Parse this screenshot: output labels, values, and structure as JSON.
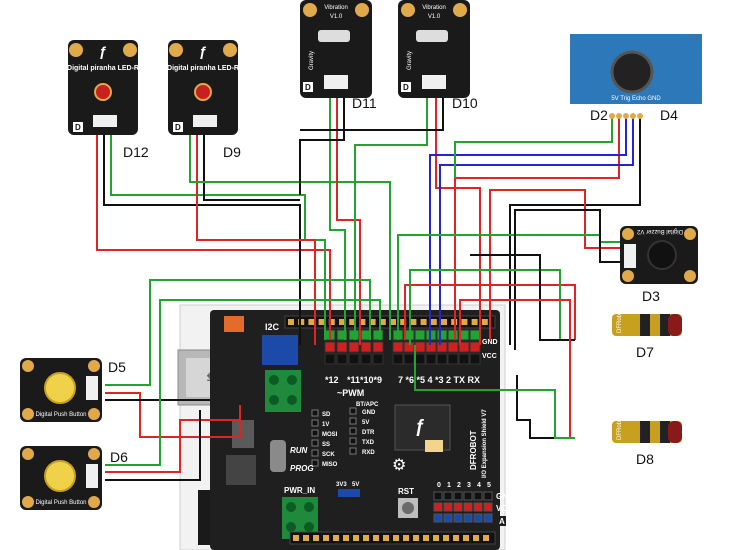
{
  "modules": {
    "d12": {
      "label": "D12",
      "title": "Digital piranha LED-R"
    },
    "d9": {
      "label": "D9",
      "title": "Digital piranha LED-R"
    },
    "d11": {
      "label": "D11",
      "title": "Vibration",
      "version": "V1.0",
      "brand": "Gravity"
    },
    "d10": {
      "label": "D10",
      "title": "Vibration",
      "version": "V1.0",
      "brand": "Gravity"
    },
    "ultrasonic": {
      "label_left": "D2",
      "label_right": "D4",
      "pins": "5V Trig Echo GND"
    },
    "buzzer": {
      "label": "D3",
      "title": "Digital Buzzer V2"
    },
    "ir_d7": {
      "label": "D7",
      "brand": "DFRobot"
    },
    "ir_d8": {
      "label": "D8",
      "brand": "DFRobot"
    },
    "button_d5": {
      "label": "D5",
      "title": "Digital Push Button"
    },
    "button_d6": {
      "label": "D6",
      "title": "Digital Push Button"
    }
  },
  "board": {
    "i2c": "I2C",
    "pwm": "~PWM",
    "bt_apc": "BT/APC",
    "digital_pins": "*11*10*9",
    "pins_right": "7 *6 *5 4 *3 2 TX RX",
    "pins_left": "*12",
    "gnd": "GND",
    "vcc": "VCC",
    "icsp": [
      "SD",
      "1V",
      "MOSI",
      "SS",
      "SCK",
      "MISO"
    ],
    "serial": [
      "GND",
      "5V",
      "DTR",
      "TXD",
      "RXD"
    ],
    "run": "RUN",
    "prog": "PROG",
    "pwr_in": "PWR_IN",
    "rst": "RST",
    "v33": "3V3",
    "v5": "5V",
    "analog_nums": [
      "0",
      "1",
      "2",
      "3",
      "4",
      "5"
    ],
    "gnd2": "GND",
    "vcc2": "VCC",
    "a": "A",
    "brand": "DFROBOT",
    "shield": "I/O Expansion Shield V7"
  }
}
